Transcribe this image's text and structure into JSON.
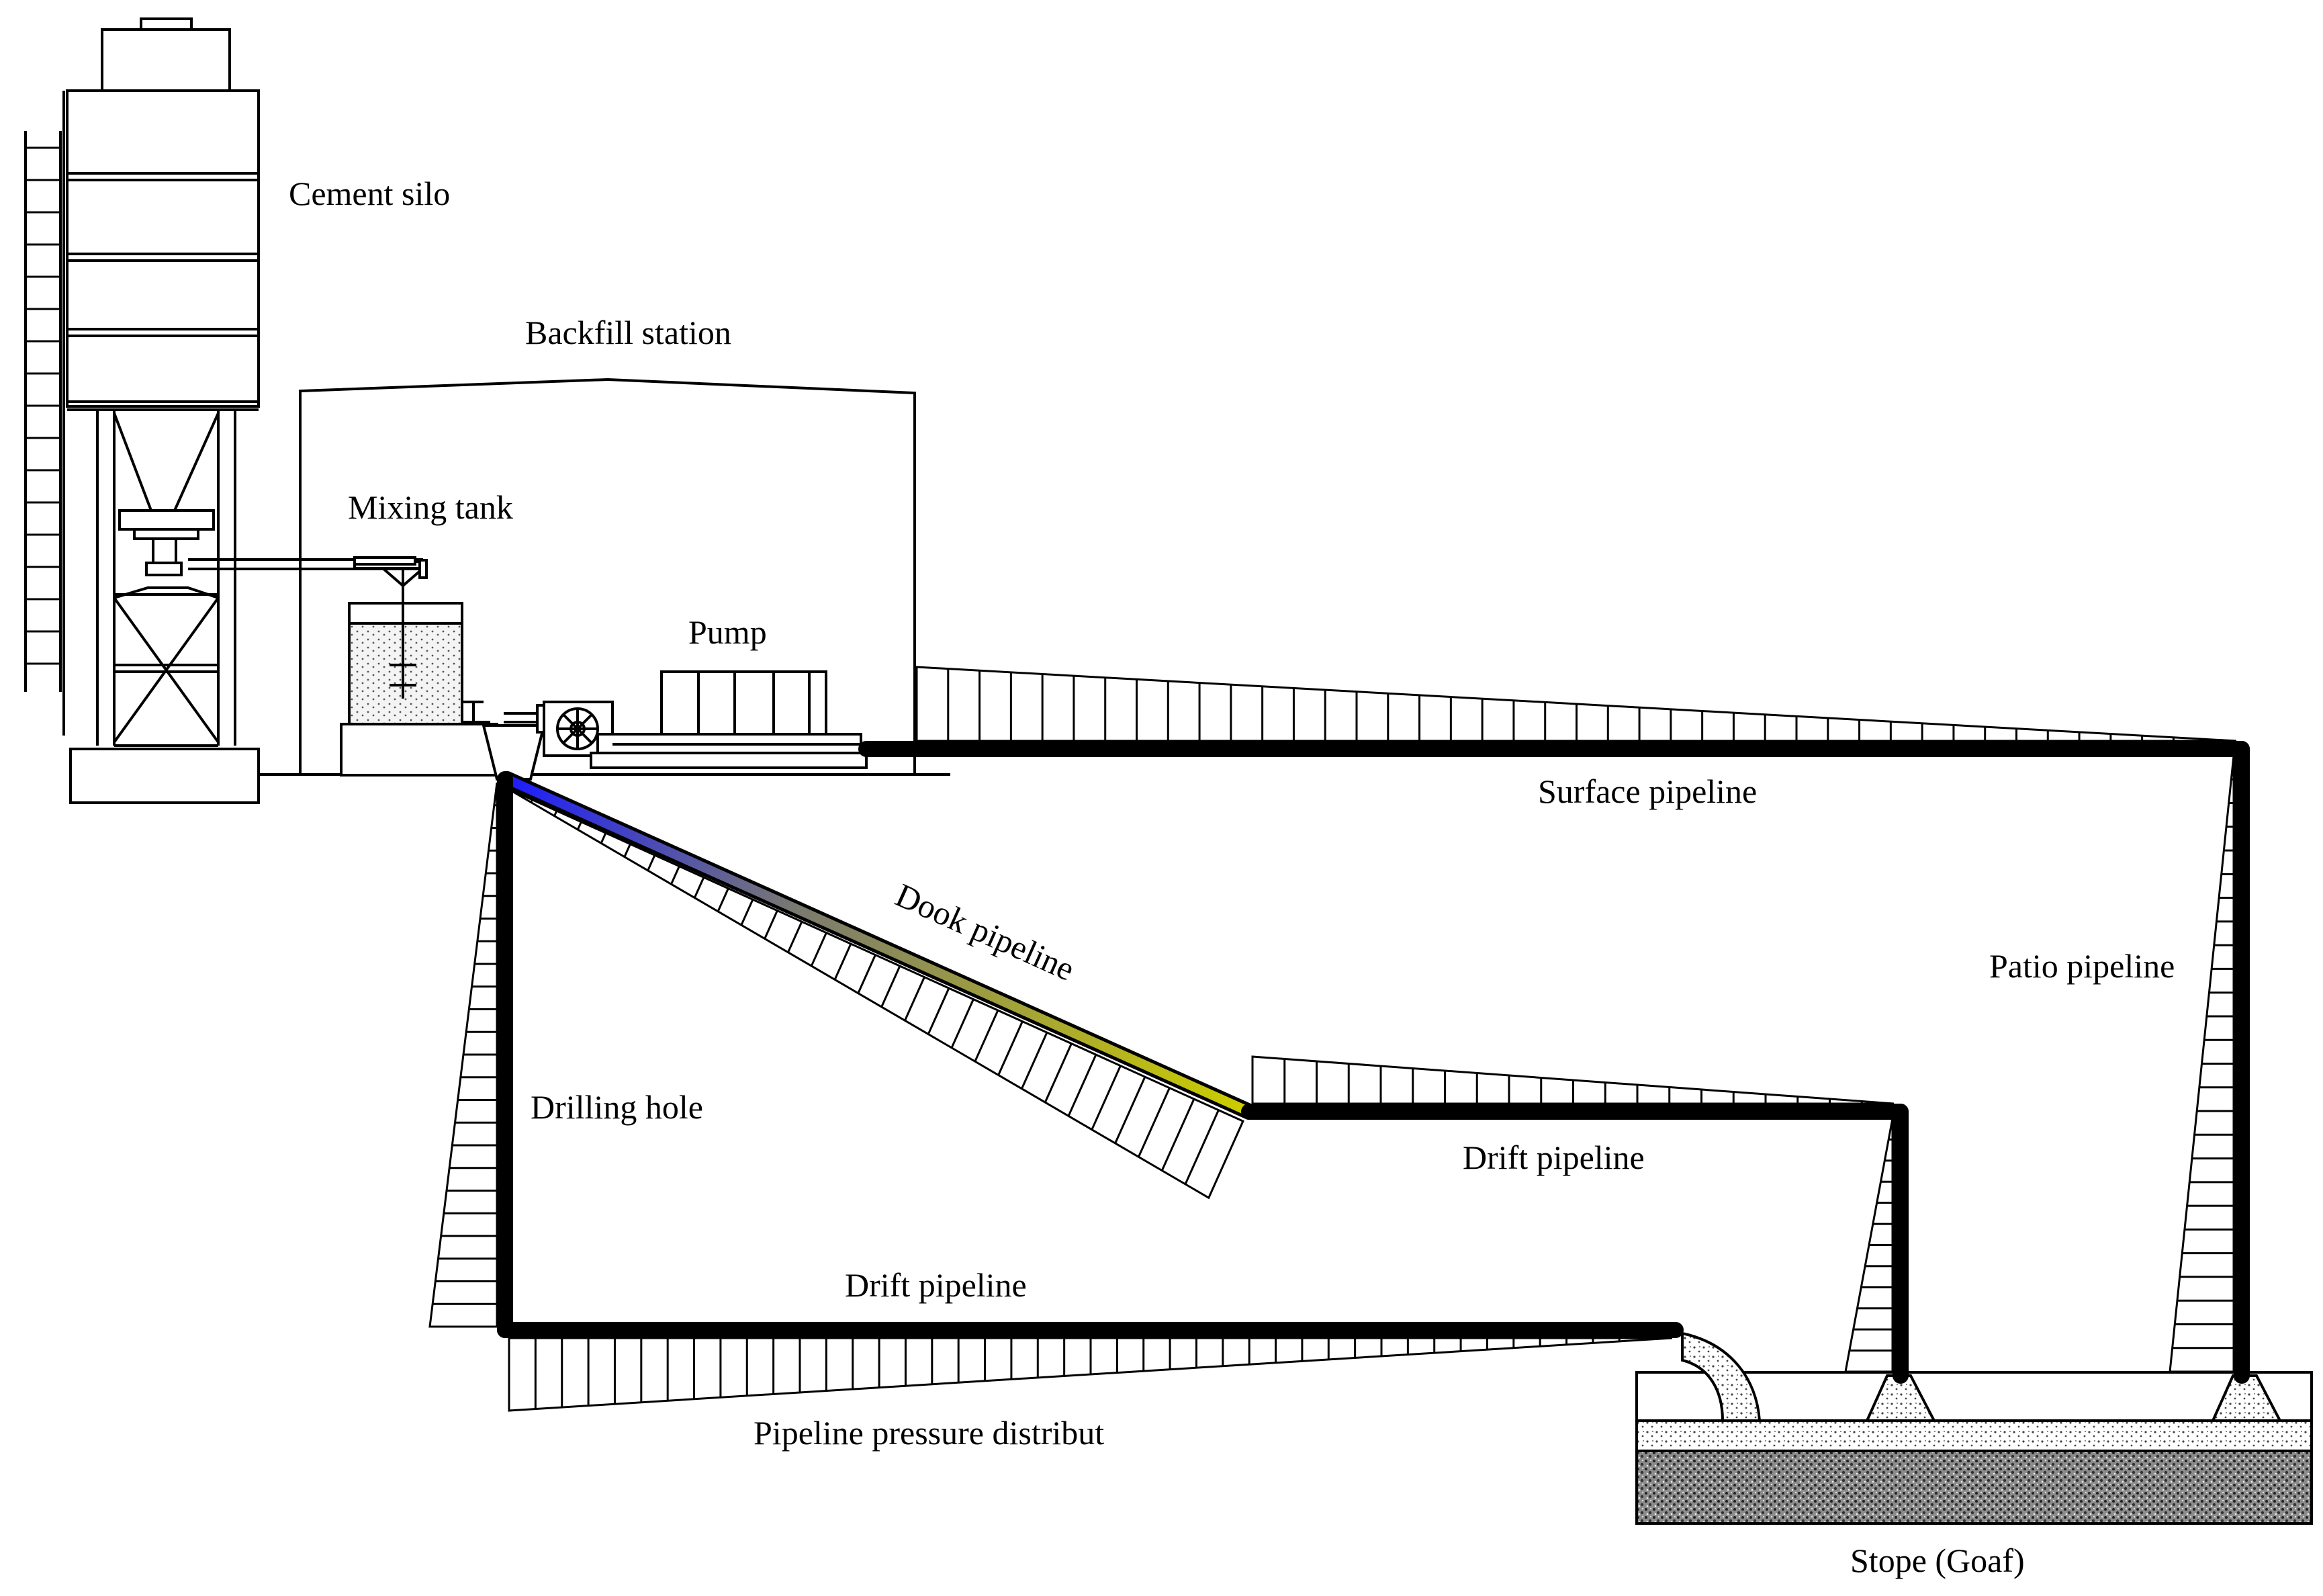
{
  "labels": {
    "cement_silo": "Cement silo",
    "backfill_station": "Backfill station",
    "mixing_tank": "Mixing tank",
    "pump": "Pump",
    "surface_pipeline": "Surface pipeline",
    "dook_pipeline": "Dook pipeline",
    "patio_pipeline": "Patio pipeline",
    "drilling_hole": "Drilling hole",
    "drift_pipeline_upper": "Drift pipeline",
    "drift_pipeline_lower": "Drift pipeline",
    "pipeline_pressure": "Pipeline pressure distribut",
    "stope": "Stope (Goaf)"
  },
  "colors": {
    "low_pressure": "#ffff00",
    "high_pressure": "#1a1aff",
    "mid_pressure": "#808080",
    "outline": "#000000"
  }
}
